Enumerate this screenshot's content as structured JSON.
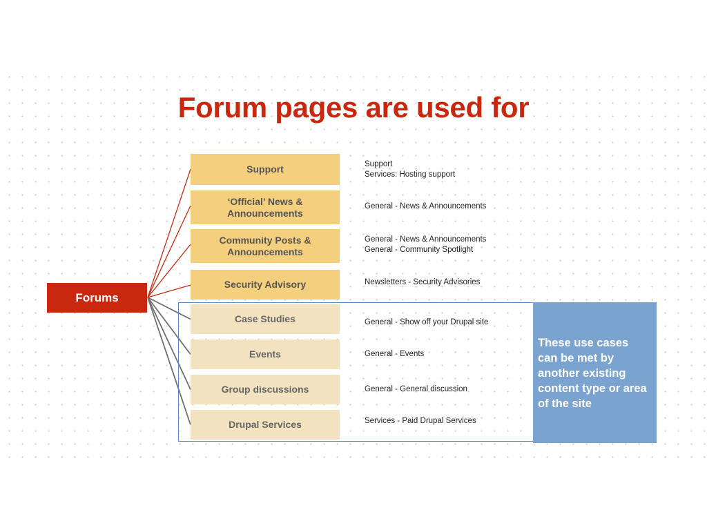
{
  "title": "Forum pages are used for",
  "root": {
    "label": "Forums"
  },
  "items": [
    {
      "label": "Support",
      "mapping": [
        "Support",
        "Services: Hosting support"
      ],
      "highlight": true
    },
    {
      "label": "‘Official’ News & Announcements",
      "mapping": [
        "General - News & Announcements"
      ],
      "highlight": true
    },
    {
      "label": "Community Posts & Announcements",
      "mapping": [
        "General - News & Announcements",
        "General - Community Spotlight"
      ],
      "highlight": true
    },
    {
      "label": "Security Advisory",
      "mapping": [
        "Newsletters - Security Advisories"
      ],
      "highlight": true
    },
    {
      "label": "Case Studies",
      "mapping": [
        "General - Show off your Drupal site"
      ],
      "highlight": false
    },
    {
      "label": "Events",
      "mapping": [
        "General - Events"
      ],
      "highlight": false
    },
    {
      "label": "Group discussions",
      "mapping": [
        "General - General discussion"
      ],
      "highlight": false
    },
    {
      "label": "Drupal Services",
      "mapping": [
        "Services - Paid Drupal Services"
      ],
      "highlight": false
    }
  ],
  "callout": {
    "text": "These use cases can be met by another existing content type or area of the site"
  },
  "colors": {
    "accent": "#c9280f",
    "highlight_box": "#f4d07e",
    "muted_box": "#f3e2bf",
    "callout": "#7ba3cf",
    "frame": "#5b87c2",
    "connector_red": "#c9280f",
    "connector_gray": "#6f6f6f"
  }
}
